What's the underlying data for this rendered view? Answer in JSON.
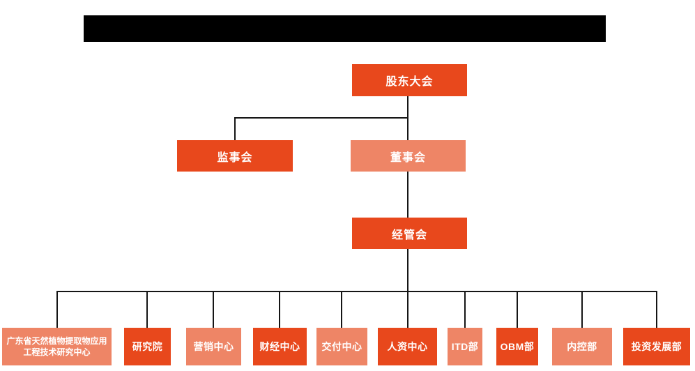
{
  "org_chart": {
    "root": {
      "label": "股东大会"
    },
    "supervisory_board": {
      "label": "监事会"
    },
    "board_of_directors": {
      "label": "董事会"
    },
    "management_committee": {
      "label": "经管会"
    },
    "departments": [
      {
        "label": "广东省天然植物提取物应用工程技术研究中心"
      },
      {
        "label": "研究院"
      },
      {
        "label": "营销中心"
      },
      {
        "label": "财经中心"
      },
      {
        "label": "交付中心"
      },
      {
        "label": "人资中心"
      },
      {
        "label": "ITD部"
      },
      {
        "label": "OBM部"
      },
      {
        "label": "内控部"
      },
      {
        "label": "投资发展部"
      }
    ]
  },
  "colors": {
    "primary_orange": "#E8481C",
    "light_orange": "#EE8566",
    "connector_line": "#151515",
    "redaction_black": "#000000",
    "node_text": "#FFFFFF"
  }
}
